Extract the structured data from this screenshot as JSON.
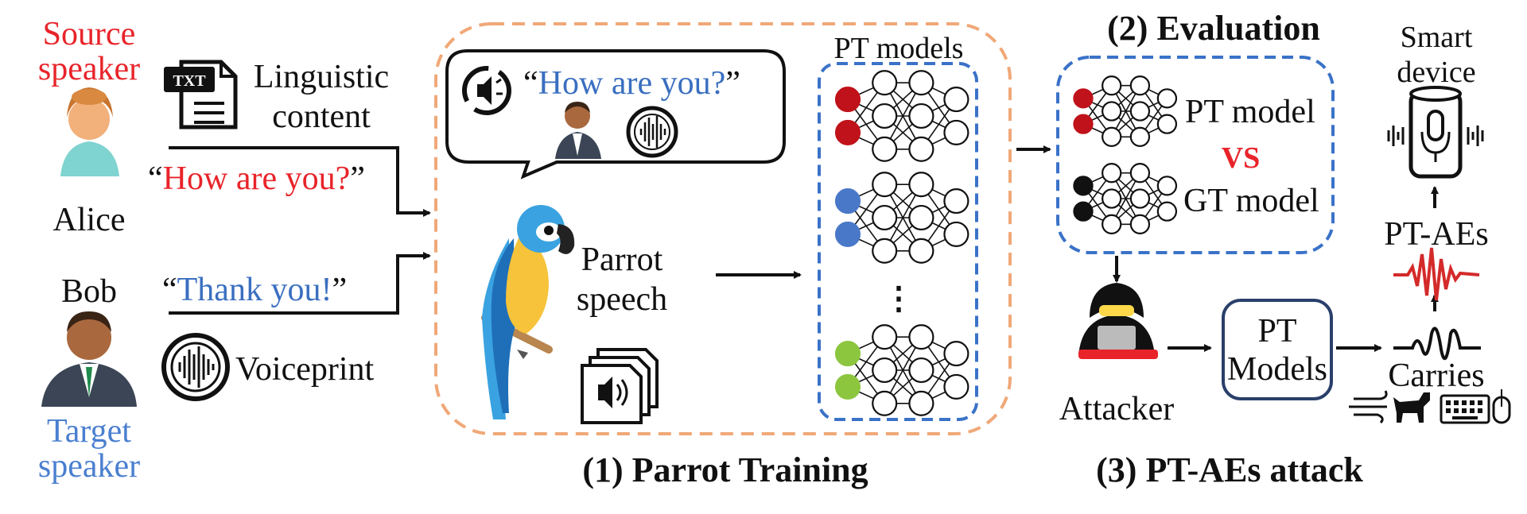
{
  "left": {
    "source_speaker": [
      "Source",
      "speaker"
    ],
    "alice": "Alice",
    "bob": "Bob",
    "target_speaker": [
      "Target",
      "speaker"
    ],
    "linguistic_content": [
      "Linguistic",
      "content"
    ],
    "txt_icon_label": "TXT",
    "alice_quote": "How are you?",
    "bob_quote": "Thank you!",
    "voiceprint": "Voiceprint"
  },
  "training": {
    "bubble_quote": "How are you?",
    "parrot_speech": [
      "Parrot",
      "speech"
    ],
    "pt_models_label": "PT models",
    "ellipsis": "⋮",
    "caption": "(1) Parrot Training"
  },
  "evaluation": {
    "title": "(2) Evaluation",
    "pt_model": "PT model",
    "vs": "VS",
    "gt_model": "GT model"
  },
  "attack": {
    "attacker": "Attacker",
    "pt_models_box": [
      "PT",
      "Models"
    ],
    "carries": "Carries",
    "pt_aes": "PT-AEs",
    "smart_device": [
      "Smart",
      "device"
    ],
    "caption": "(3) PT-AEs attack"
  },
  "colors": {
    "red": "#e8242a",
    "blue": "#3a6fc0",
    "orange_dash": "#f0a878",
    "blue_dash": "#3a72c8",
    "node_red": "#c0121a",
    "node_blue": "#4a78c8",
    "node_green": "#8cc63f"
  }
}
